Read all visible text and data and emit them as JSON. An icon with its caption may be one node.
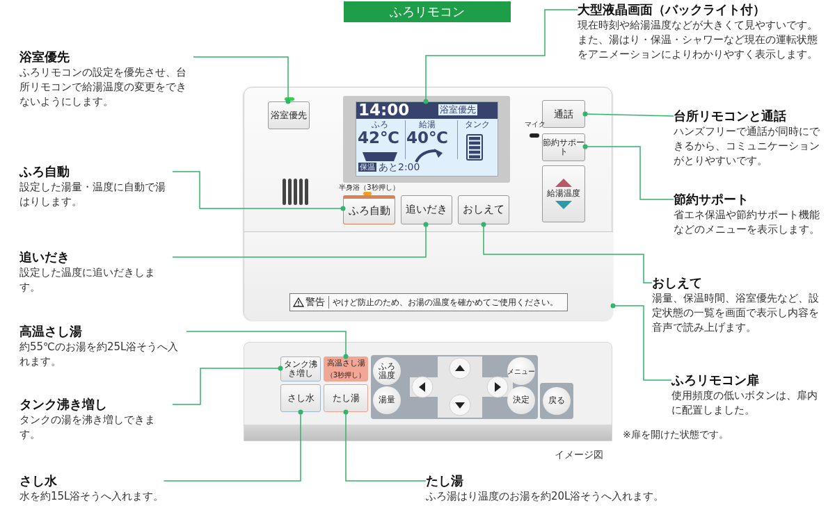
{
  "diagram": {
    "title": "ふろリモコン",
    "nodes": [
      {
        "text": [
          "浴室優先",
          "ふろリモコンの設定を優先させ、台所リモコンで給湯温度の変更をできないようにします。"
        ]
      },
      {
        "text": [
          "ふろ自動",
          "設定した湯量・温度に自動で湯はりします。"
        ]
      },
      {
        "text": [
          "追いだき",
          "設定した温度に追いだきします。"
        ]
      },
      {
        "text": [
          "高温さし湯",
          "約55℃のお湯を約25L浴そうへ入れます。"
        ]
      },
      {
        "text": [
          "タンク沸き増し",
          "タンクの湯を沸き増しできます。"
        ]
      },
      {
        "text": [
          "さし水",
          "水を約15L浴そうへ入れます。"
        ]
      },
      {
        "text": [
          "たし湯",
          "ふろ湯はり温度のお湯を約20L浴そうへ入れます。"
        ]
      },
      {
        "text": [
          "大型液晶画面（バックライト付）",
          "現在時刻や給湯温度などが大きくて見やすいです。また、湯はり・保温・シャワーなど現在の運転状態をアニメーションによりわかりやすく表示します。"
        ]
      },
      {
        "text": [
          "台所リモコンと通話",
          "ハンズフリーで通話が同時にできるから、コミュニケーションがとりやすいです。"
        ]
      },
      {
        "text": [
          "節約サポート",
          "省エネ保温や節約サポート機能などのメニューを表示します。"
        ]
      },
      {
        "text": [
          "おしえて",
          "湯量、保温時間、浴室優先など、設定状態の一覧を画面で表示し内容を音声で読み上げます。"
        ]
      },
      {
        "text": [
          "ふろリモコン扉",
          "使用頻度の低いボタンは、扉内に配置しました。"
        ]
      },
      {
        "text": [],
        "shape": "box"
      },
      {
        "text": [
          "浴室優先"
        ],
        "in": 12
      },
      {
        "text": [
          "14:00",
          "浴室優先",
          "ふろ",
          "42℃",
          "給湯",
          "40℃",
          "タンク",
          "保温",
          "あと2:00"
        ],
        "in": 12
      },
      {
        "text": [
          "通話"
        ],
        "in": 12
      },
      {
        "text": [
          "節約サポート"
        ],
        "in": 12
      },
      {
        "text": [
          "給湯温度"
        ],
        "in": 12
      },
      {
        "text": [
          "ふろ自動"
        ],
        "in": 12,
        "beside": [
          "半身浴（3秒押し）"
        ]
      },
      {
        "text": [
          "追いだき"
        ],
        "in": 12
      },
      {
        "text": [
          "おしえて"
        ],
        "in": 12
      },
      {
        "text": [],
        "shape": "box",
        "in": 12
      },
      {
        "text": [
          "警告",
          "やけど防止のため、お湯の温度を確かめてご使用ください。"
        ],
        "in": 21
      },
      {
        "text": [],
        "shape": "box"
      },
      {
        "text": [
          "タンク沸き増し"
        ],
        "in": 23
      },
      {
        "text": [
          "高温さし湯",
          "（3秒押し）"
        ],
        "in": 23
      },
      {
        "text": [
          "さし水"
        ],
        "in": 23
      },
      {
        "text": [
          "たし湯"
        ],
        "in": 23
      },
      {
        "text": [],
        "shape": "box",
        "in": 23
      },
      {
        "text": [
          "ふろ温度"
        ],
        "in": 28
      },
      {
        "text": [
          "湯量"
        ],
        "in": 28
      },
      {
        "text": [
          "メニュー"
        ],
        "in": 28
      },
      {
        "text": [
          "決定"
        ],
        "in": 28
      },
      {
        "text": [],
        "shape": "box",
        "in": 23
      },
      {
        "text": [
          "戻る"
        ],
        "in": 33
      }
    ],
    "edges": [
      {
        "from": 0,
        "to": 13,
        "arrow": "other"
      },
      {
        "from": 7,
        "to": 14,
        "arrow": "other"
      },
      {
        "from": 1,
        "to": 18,
        "arrow": "other"
      },
      {
        "from": 8,
        "to": 15,
        "arrow": "other"
      },
      {
        "from": 9,
        "to": 16,
        "arrow": "other"
      },
      {
        "from": 2,
        "to": 19,
        "arrow": "other"
      },
      {
        "from": 10,
        "to": 20,
        "arrow": "other"
      },
      {
        "from": 11,
        "to": 21,
        "arrow": "other"
      },
      {
        "from": 3,
        "to": 25,
        "arrow": "other"
      },
      {
        "from": 4,
        "to": 24,
        "arrow": "other"
      },
      {
        "from": 5,
        "to": 26,
        "arrow": "other"
      },
      {
        "from": 6,
        "to": 27,
        "arrow": "other"
      }
    ],
    "labels": [
      "マイク",
      "※扉を開けた状態です。",
      "イメージ図"
    ]
  }
}
